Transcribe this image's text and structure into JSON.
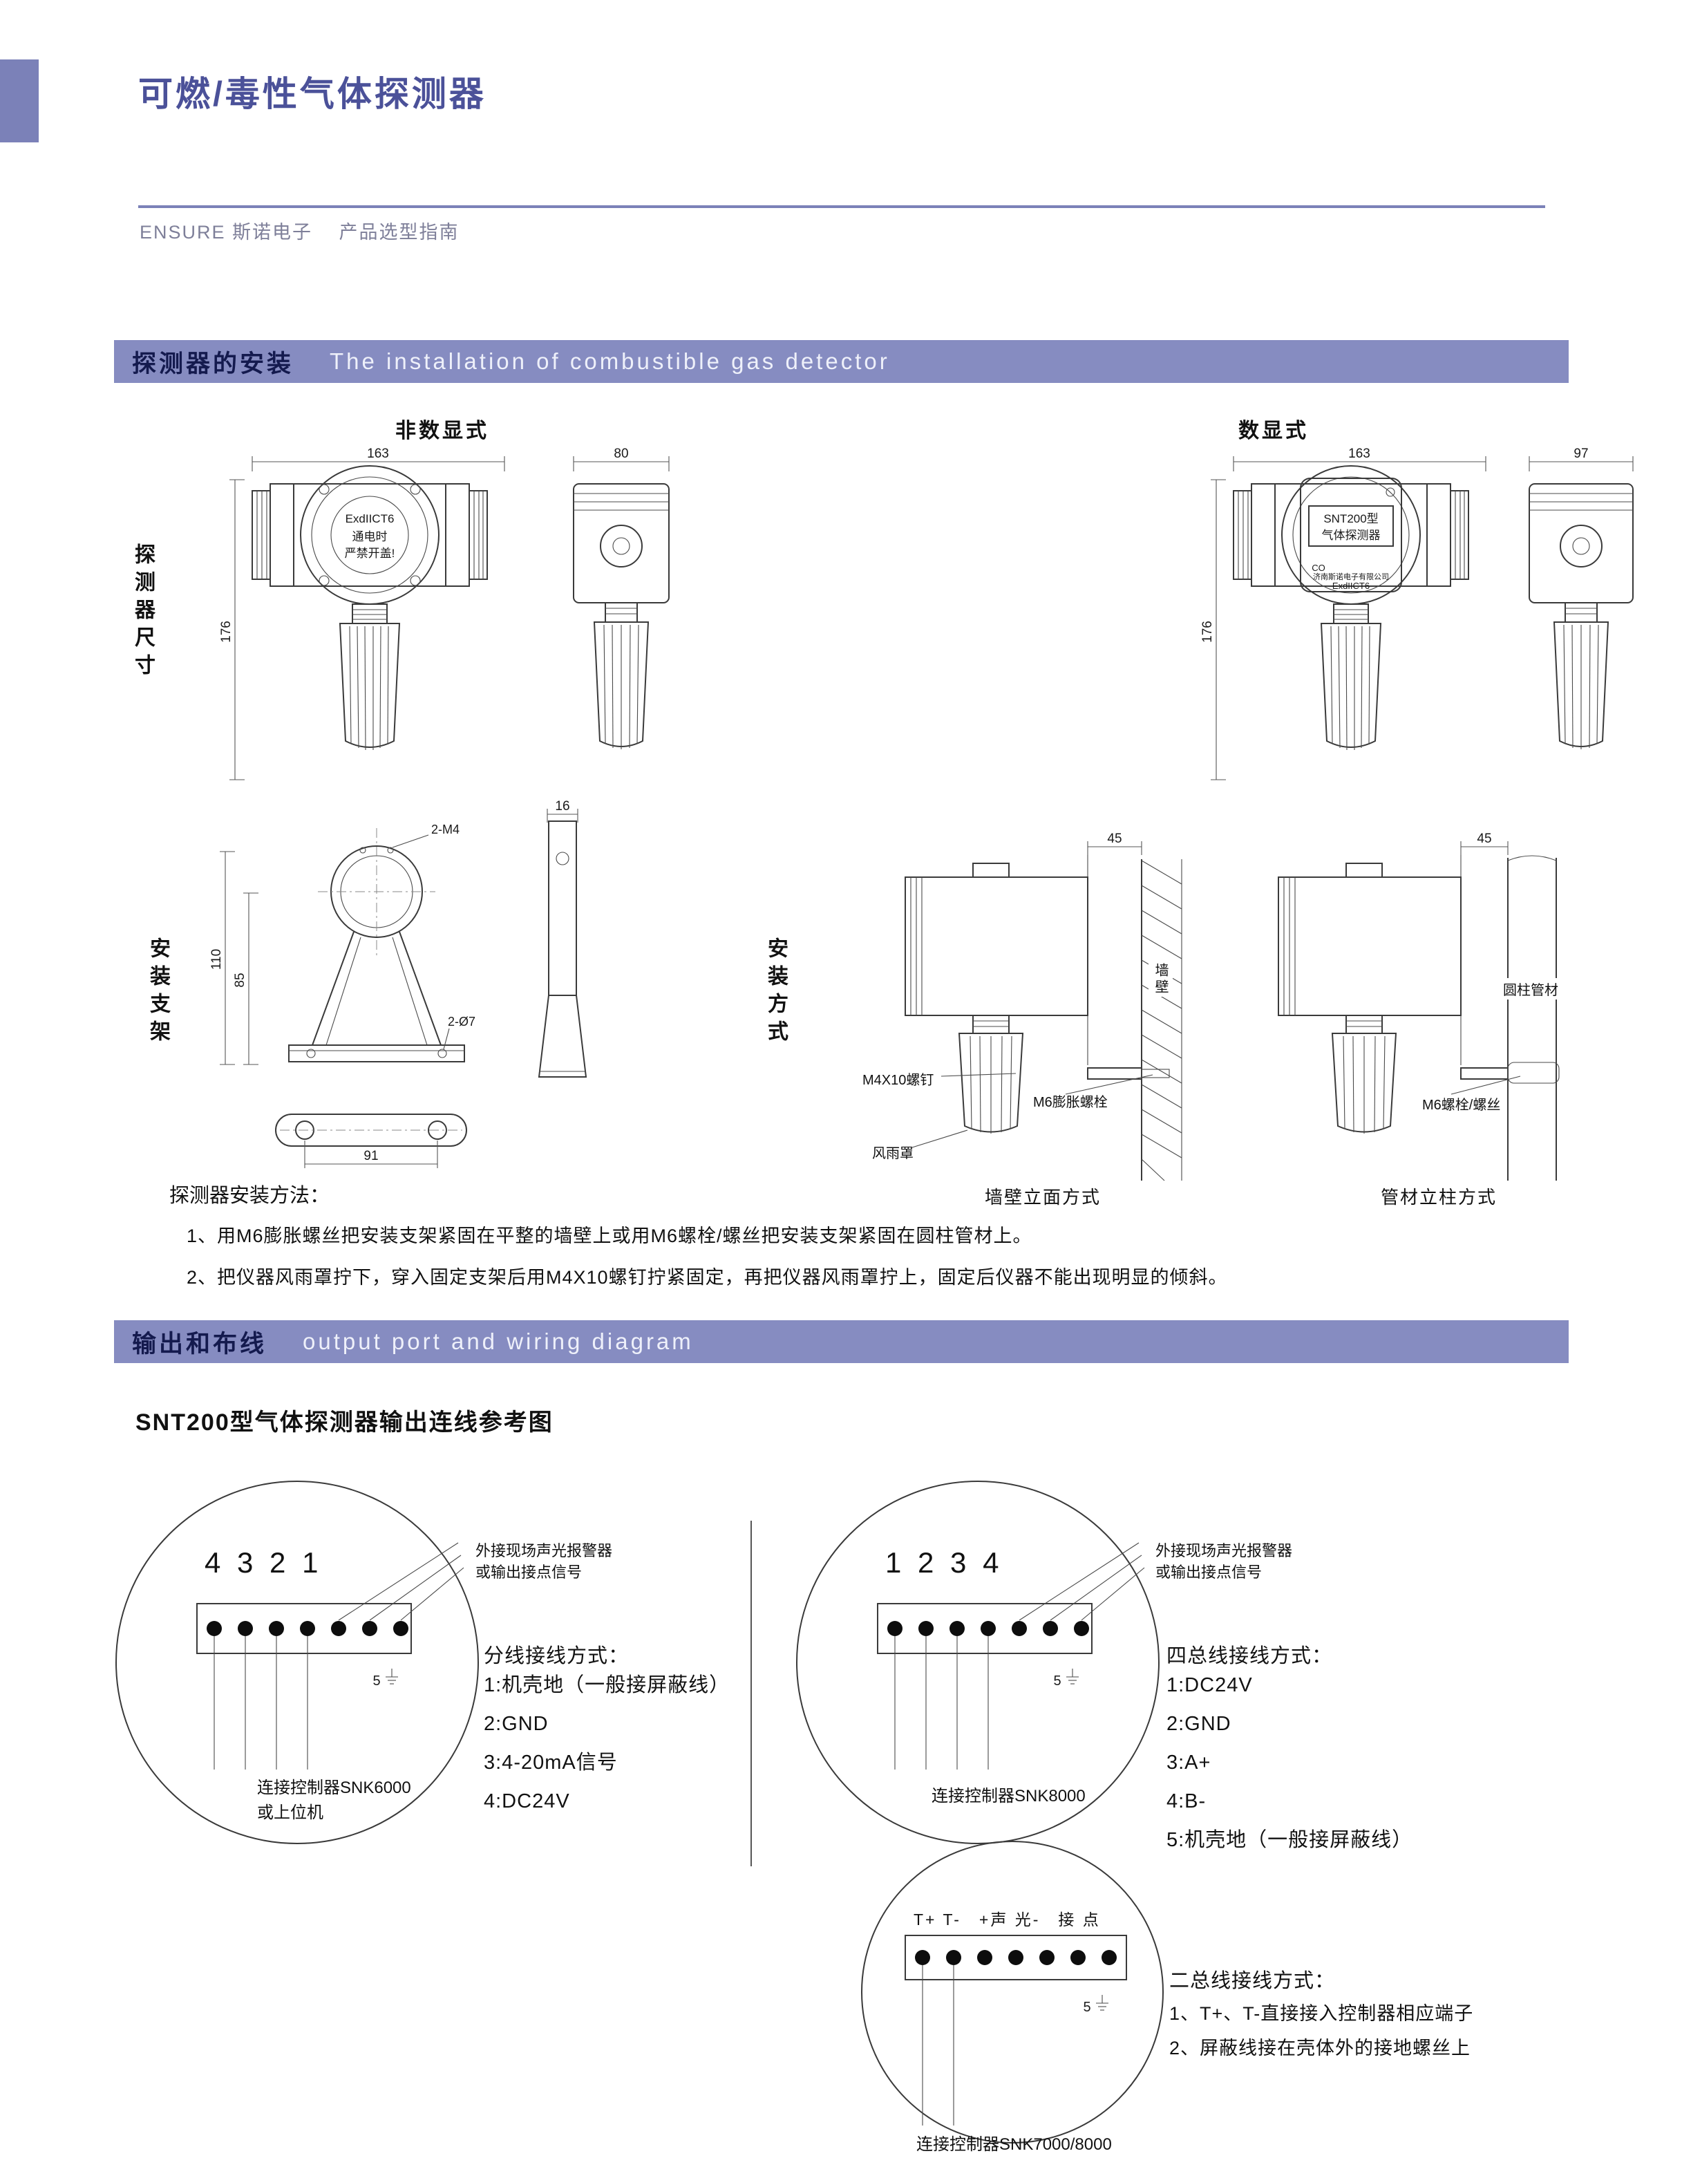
{
  "colors": {
    "accent": "#7b81b8",
    "banner": "#868cc1",
    "title_text": "#4b5199",
    "banner_cn_text": "#141a4e",
    "banner_en_text": "#eef0fa"
  },
  "header": {
    "title": "可燃/毒性气体探测器",
    "subtitle": "ENSURE 斯诺电子　 产品选型指南"
  },
  "section1": {
    "banner_cn": "探测器的安装",
    "banner_en": "The installation of combustible gas detector",
    "col_nondigital": "非数显式",
    "col_digital": "数显式",
    "row_dimensions": "探测器尺寸",
    "row_bracket": "安装支架",
    "row_method": "安装方式",
    "dims": {
      "body_w": "163",
      "body_h": "176",
      "side_w_nd": "80",
      "side_w_d": "97",
      "bracket_h": "110",
      "bracket_inner_h": "85",
      "bracket_tap": "2-M4",
      "bracket_hole": "2-Ø7",
      "bracket_w": "91",
      "bracket_t": "16",
      "offset_wall": "45",
      "offset_pipe": "45"
    },
    "device": {
      "nd_cert": "ExdIICT6",
      "nd_warn1": "通电时",
      "nd_warn2": "严禁开盖!",
      "d_model": "SNT200型",
      "d_name": "气体探测器",
      "d_co": "CO",
      "d_company": "济南斯诺电子有限公司",
      "d_cert": "ExdIICT6"
    },
    "method": {
      "label_screw": "M4X10螺钉",
      "label_raincap": "风雨罩",
      "label_expansion": "M6膨胀螺栓",
      "label_wall": "墙壁",
      "label_pipe": "圆柱管材",
      "label_bolt": "M6螺栓/螺丝",
      "caption_wall": "墙壁立面方式",
      "caption_pipe": "管材立柱方式"
    },
    "notes": {
      "title": "探测器安装方法：",
      "item1": "1、用M6膨胀螺丝把安装支架紧固在平整的墙壁上或用M6螺栓/螺丝把安装支架紧固在圆柱管材上。",
      "item2": "2、把仪器风雨罩拧下，穿入固定支架后用M4X10螺钉拧紧固定，再把仪器风雨罩拧上，固定后仪器不能出现明显的倾斜。"
    }
  },
  "section2": {
    "banner_cn": "输出和布线",
    "banner_en": "output port and wiring diagram",
    "heading": "SNT200型气体探测器输出连线参考图",
    "diagram1": {
      "terminals": "4 3 2 1",
      "ground": "5",
      "callout1": "外接现场声光报警器",
      "callout2": "或输出接点信号",
      "connect1": "连接控制器SNK6000",
      "connect2": "或上位机",
      "mode_title": "分线接线方式：",
      "lines": [
        "1:机壳地（一般接屏蔽线）",
        "2:GND",
        "3:4-20mA信号",
        "4:DC24V"
      ]
    },
    "diagram2": {
      "terminals": "1 2 3 4",
      "ground": "5",
      "callout1": "外接现场声光报警器",
      "callout2": "或输出接点信号",
      "connect1": "连接控制器SNK8000",
      "mode_title": "四总线接线方式：",
      "lines": [
        "1:DC24V",
        "2:GND",
        "3:A+",
        "4:B-",
        "5:机壳地（一般接屏蔽线）"
      ]
    },
    "diagram3": {
      "terminals": "T+ T-　+声 光-　接 点",
      "ground": "5",
      "connect1": "连接控制器SNK7000/8000",
      "mode_title": "二总线接线方式：",
      "lines": [
        "1、T+、T-直接接入控制器相应端子",
        "2、屏蔽线接在壳体外的接地螺丝上"
      ]
    }
  }
}
